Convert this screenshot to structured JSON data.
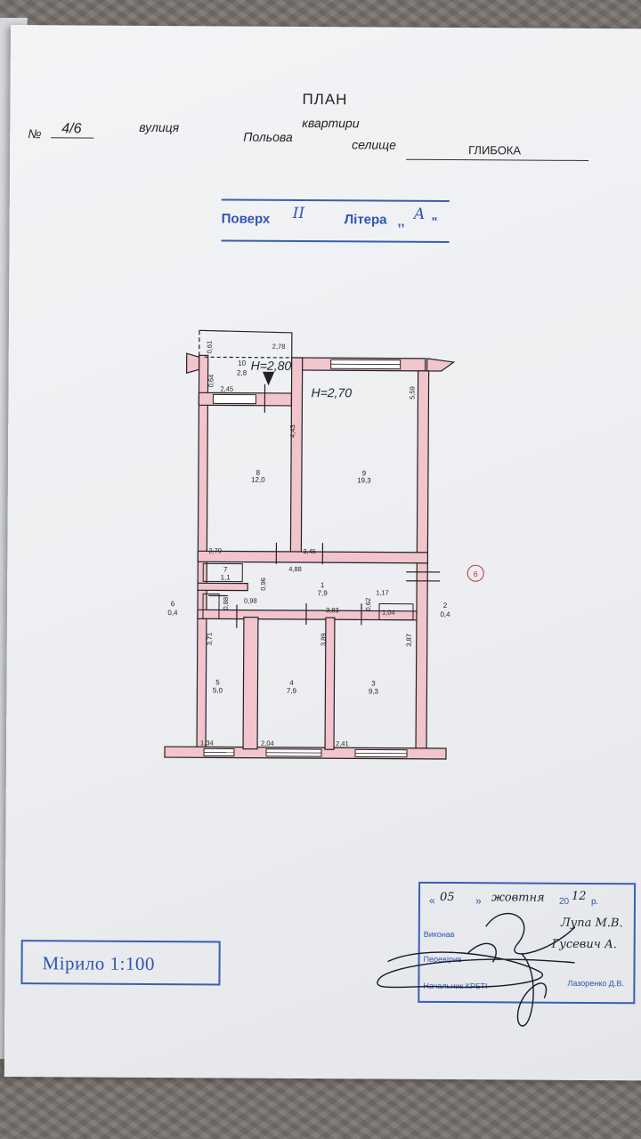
{
  "header": {
    "title": "ПЛАН",
    "subtitle": "квартири",
    "number_label": "№",
    "number_value": "4/6",
    "street_label": "вулиця",
    "street_value": "Польова",
    "settlement_label": "селище",
    "settlement_value": "ГЛИБОКА"
  },
  "floor_stamp": {
    "floor_label": "Поверх",
    "floor_value": "ІІ",
    "letter_label": "Літера",
    "letter_value": "А"
  },
  "plan": {
    "heights": [
      "Н=2,80",
      "Н=2,70"
    ],
    "rooms": [
      {
        "num": "1",
        "area": "7,9"
      },
      {
        "num": "2",
        "area": "0,4"
      },
      {
        "num": "3",
        "area": "9,3"
      },
      {
        "num": "4",
        "area": "7,9"
      },
      {
        "num": "5",
        "area": "5,0"
      },
      {
        "num": "6",
        "area": "0,4"
      },
      {
        "num": "7",
        "area": "1,1"
      },
      {
        "num": "8",
        "area": "12,0"
      },
      {
        "num": "9",
        "area": "19,3"
      },
      {
        "num": "10",
        "area": "2,8"
      }
    ],
    "dimensions": [
      "0,61",
      "2,78",
      "0,64",
      "2,45",
      "4,43",
      "5,59",
      "2,70",
      "3,45",
      "4,88",
      "0,96",
      "0,98",
      "0,88",
      "1,17",
      "0,62",
      "3,83",
      "1,04",
      "3,71",
      "3,89",
      "3,87",
      "1,34",
      "2,04",
      "2,41"
    ],
    "marker": "6"
  },
  "scale": {
    "text": "Мірило 1:100"
  },
  "signature_stamp": {
    "date_day": "05",
    "date_month": "жовтня",
    "date_year_prefix": "20",
    "date_year_suffix": "12",
    "date_suffix": "р.",
    "executed_label": "Виконав",
    "executed_by": "Лупа М.В.",
    "checked_label": "Перевірив",
    "checked_by": "Гусевич А.",
    "head_label": "Начальник КРБТІ",
    "head_name": "Лазоренко Д.В."
  },
  "colors": {
    "stamp_blue": "#2f55b0",
    "wall_pink": "#f2c4cd",
    "paper": "#eef0f3"
  }
}
